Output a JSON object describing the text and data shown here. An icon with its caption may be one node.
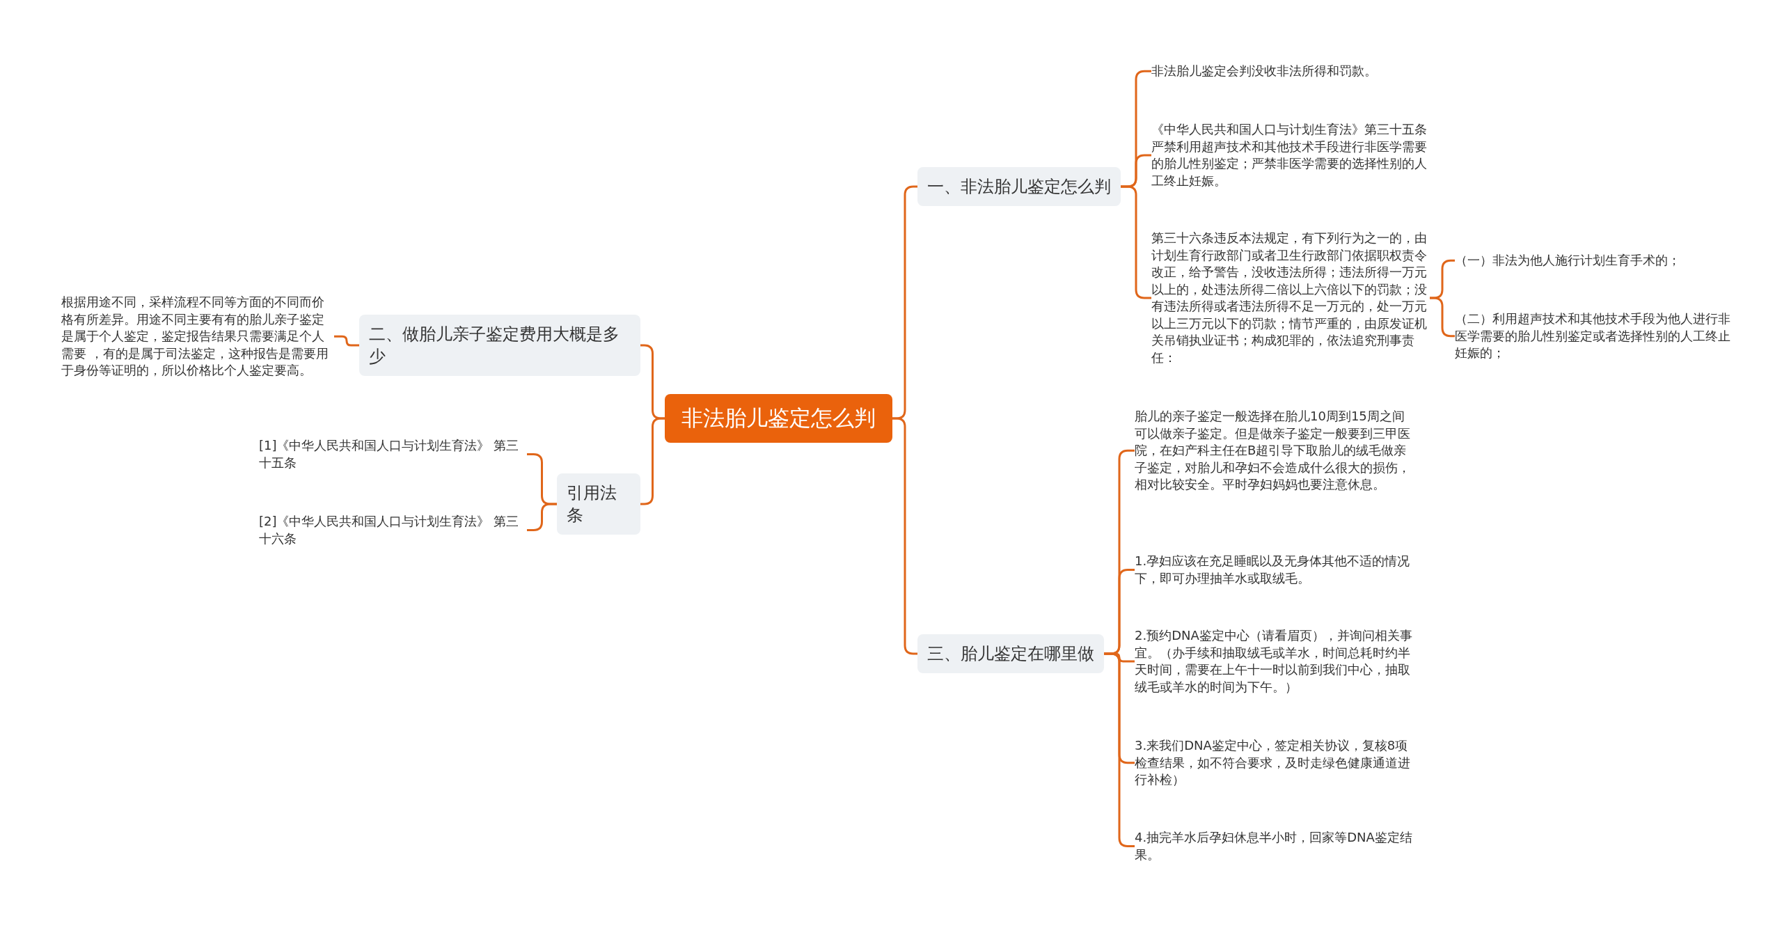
{
  "diagram": {
    "nodes": [
      {
        "text": [
          "非法胎儿鉴定怎么判"
        ]
      },
      {
        "text": [
          "一、非法胎儿鉴定怎么判"
        ]
      },
      {
        "text": [
          "非法胎儿鉴定会判没收非法所得和罚款。"
        ]
      },
      {
        "text": [
          "《中华人民共和国人口与计划生育法》第三十五条严禁利用超声技术和其他技术手段进行非医学需要的胎儿性别鉴定；严禁非医学需要的选择性别的人工终止妊娠。"
        ]
      },
      {
        "text": [
          "第三十六条违反本法规定，有下列行为之一的，由计划生育行政部门或者卫生行政部门依据职权责令改正，给予警告，没收违法所得；违法所得一万元以上的，处违法所得二倍以上六倍以下的罚款；没有违法所得或者违法所得不足一万元的，处一万元以上三万元以下的罚款；情节严重的，由原发证机关吊销执业证书；构成犯罪的，依法追究刑事责任："
        ]
      },
      {
        "text": [
          "（一）非法为他人施行计划生育手术的；"
        ]
      },
      {
        "text": [
          "（二）利用超声技术和其他技术手段为他人进行非医学需要的胎儿性别鉴定或者选择性别的人工终止妊娠的；"
        ]
      },
      {
        "text": [
          "二、做胎儿亲子鉴定费用大概是多少"
        ]
      },
      {
        "text": [
          "根据用途不同，采样流程不同等方面的不同而价格有所差异。用途不同主要有有的胎儿亲子鉴定是属于个人鉴定，鉴定报告结果只需要满足个人需要 ，有的是属于司法鉴定，这种报告是需要用于身份等证明的，所以价格比个人鉴定要高。"
        ]
      },
      {
        "text": [
          "引用法条"
        ]
      },
      {
        "text": [
          "[1]《中华人民共和国人口与计划生育法》 第三十五条"
        ]
      },
      {
        "text": [
          "[2]《中华人民共和国人口与计划生育法》 第三十六条"
        ]
      },
      {
        "text": [
          "三、胎儿鉴定在哪里做"
        ]
      },
      {
        "text": [
          "胎儿的亲子鉴定一般选择在胎儿10周到15周之间可以做亲子鉴定。但是做亲子鉴定一般要到三甲医院，在妇产科主任在B超引导下取胎儿的绒毛做亲子鉴定，对胎儿和孕妇不会造成什么很大的损伤，相对比较安全。平时孕妇妈妈也要注意休息。"
        ]
      },
      {
        "text": [
          "1.孕妇应该在充足睡眠以及无身体其他不适的情况下，即可办理抽羊水或取绒毛。"
        ]
      },
      {
        "text": [
          "2.预约DNA鉴定中心（请看眉页），并询问相关事宜。（办手续和抽取绒毛或羊水，时间总耗时约半天时间，需要在上午十一时以前到我们中心，抽取绒毛或羊水的时间为下午。）"
        ]
      },
      {
        "text": [
          "3.来我们DNA鉴定中心，签定相关协议，复核8项检查结果，如不符合要求，及时走绿色健康通道进行补检）"
        ]
      },
      {
        "text": [
          "4.抽完羊水后孕妇休息半小时，回家等DNA鉴定结果。"
        ]
      }
    ],
    "edges": [
      {
        "from": 0,
        "to": 1,
        "arrow": "none"
      },
      {
        "from": 1,
        "to": 2,
        "arrow": "none"
      },
      {
        "from": 1,
        "to": 3,
        "arrow": "none"
      },
      {
        "from": 1,
        "to": 4,
        "arrow": "none"
      },
      {
        "from": 4,
        "to": 5,
        "arrow": "none"
      },
      {
        "from": 4,
        "to": 6,
        "arrow": "none"
      },
      {
        "from": 0,
        "to": 7,
        "arrow": "none"
      },
      {
        "from": 7,
        "to": 8,
        "arrow": "none"
      },
      {
        "from": 0,
        "to": 9,
        "arrow": "none"
      },
      {
        "from": 9,
        "to": 10,
        "arrow": "none"
      },
      {
        "from": 9,
        "to": 11,
        "arrow": "none"
      },
      {
        "from": 0,
        "to": 12,
        "arrow": "none"
      },
      {
        "from": 12,
        "to": 13,
        "arrow": "none"
      },
      {
        "from": 12,
        "to": 14,
        "arrow": "none"
      },
      {
        "from": 12,
        "to": 15,
        "arrow": "none"
      },
      {
        "from": 12,
        "to": 16,
        "arrow": "none"
      },
      {
        "from": 12,
        "to": 17,
        "arrow": "none"
      }
    ]
  }
}
